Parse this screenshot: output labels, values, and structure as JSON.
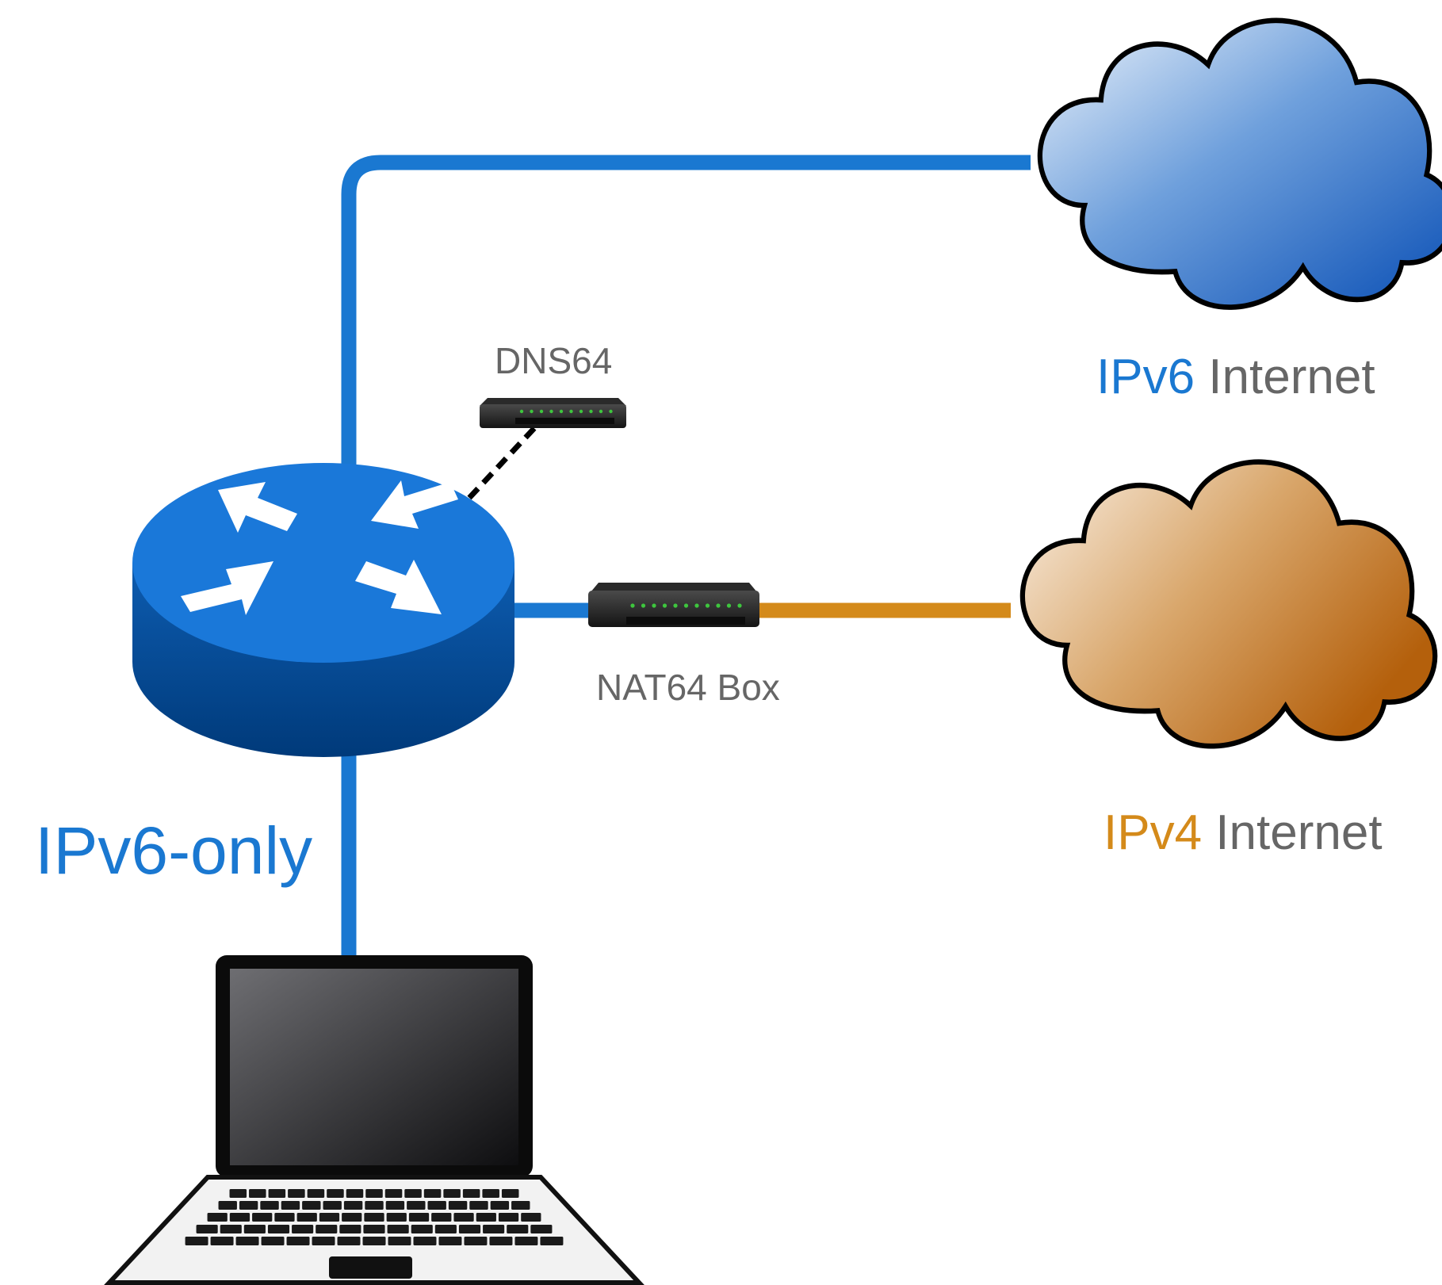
{
  "colors": {
    "ipv6_blue": "#1a78d1",
    "ipv4_orange": "#d48a1a",
    "gray_text": "#666666"
  },
  "labels": {
    "dns64": "DNS64",
    "nat64": "NAT64 Box",
    "ipv6_internet_proto": "IPv6",
    "ipv6_internet_word": "Internet",
    "ipv4_internet_proto": "IPv4",
    "ipv4_internet_word": "Internet",
    "ipv6_only": "IPv6-only"
  },
  "nodes": {
    "router": "router-icon",
    "dns64_server": "server-icon",
    "nat64_box": "server-icon",
    "ipv6_cloud": "cloud-icon",
    "ipv4_cloud": "cloud-icon",
    "laptop": "laptop-icon"
  }
}
